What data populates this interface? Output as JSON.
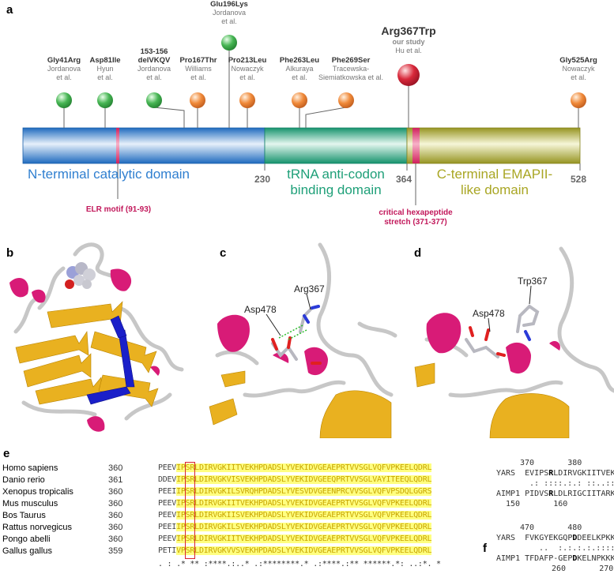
{
  "panels": {
    "a": "a",
    "b": "b",
    "c": "c",
    "d": "d",
    "e": "e",
    "f": "f"
  },
  "mutations": [
    {
      "name": "Gly41Arg",
      "ref": [
        "Jordanova",
        "et al."
      ],
      "color": "green"
    },
    {
      "name": "Asp81Ile",
      "ref": [
        "Hyun",
        "et al."
      ],
      "color": "green"
    },
    {
      "name": "153-156\ndelVKQV",
      "ref": [
        "Jordanova",
        "et al."
      ],
      "color": "green"
    },
    {
      "name": "Pro167Thr",
      "ref": [
        "Williams",
        "et al."
      ],
      "color": "orange"
    },
    {
      "name": "Glu196Lys",
      "ref": [
        "Jordanova",
        "et al."
      ],
      "color": "green"
    },
    {
      "name": "Pro213Leu",
      "ref": [
        "Nowaczyk",
        "et al."
      ],
      "color": "orange"
    },
    {
      "name": "Phe263Leu",
      "ref": [
        "Alkuraya",
        "et al."
      ],
      "color": "orange"
    },
    {
      "name": "Phe269Ser",
      "ref": [
        "Tracewska-",
        "Siemiatkowska et al."
      ],
      "color": "orange"
    },
    {
      "name": "Arg367Trp",
      "ref": [
        "our study",
        "Hu et al."
      ],
      "color": "red"
    },
    {
      "name": "Gly525Arg",
      "ref": [
        "Nowaczyk",
        "et al."
      ],
      "color": "orange"
    }
  ],
  "domains": {
    "n_terminal": "N-terminal catalytic domain",
    "trna_line1": "tRNA anti-codon",
    "trna_line2": "binding domain",
    "c_line1": "C-terminal EMAPII-",
    "c_line2": "like domain"
  },
  "positions": {
    "p230": "230",
    "p364": "364",
    "p528": "528"
  },
  "motifs": {
    "elr": "ELR motif (91-93)",
    "hexa_line1": "critical hexapeptide",
    "hexa_line2": "stretch (371-377)"
  },
  "colors": {
    "n_domain": "#2f7fd0",
    "trna_domain": "#1fa079",
    "c_domain": "#a9a624",
    "motif": "#e0306a",
    "green_ball": "#3cae4a",
    "orange_ball": "#f08a3a",
    "red_ball": "#d8283a"
  },
  "structure_labels": {
    "c_arg": "Arg367",
    "c_asp": "Asp478",
    "d_trp": "Trp367",
    "d_asp": "Asp478"
  },
  "alignment": {
    "rows": [
      {
        "species": "Homo sapiens",
        "start": "360",
        "prefix": "PEEV",
        "seq": "IPSRLDIRVGKIITVEKHPDADSLYVEKIDVGEAEPRTVVSGLVQFVPKEELQDRL"
      },
      {
        "species": "Danio rerio",
        "start": "361",
        "prefix": "DDEV",
        "seq": "IPSRLDIRVGKVISVEKHPDADSLYVEKIDVGEEQPRTVVSGLVAYITEEQLQDRL"
      },
      {
        "species": "Xenopus tropicalis",
        "start": "360",
        "prefix": "PEEI",
        "seq": "IPSRLDIRVGKILSVRQHPDADSLYVESVDVGEENPRCVVSGLVQFVPSDQLGGRS"
      },
      {
        "species": "Mus musculus",
        "start": "360",
        "prefix": "PEEV",
        "seq": "IPSRLDIRVGKIITVEKHPDADSLYVEKIDVGEAEPRTVVSGLVQFVPKEELQDRL"
      },
      {
        "species": "Bos Taurus",
        "start": "360",
        "prefix": "PEEV",
        "seq": "IPSRLDIRVGKIISVEKHPDADSLYVEKIDVGEAEPRTVVSGLVQFVPKEELQDRL"
      },
      {
        "species": "Rattus norvegicus",
        "start": "360",
        "prefix": "PEEI",
        "seq": "IPSRLDIRVGKILSVEKHPDADSLYVEKIDVGEAEPRTVVSGLVQFVPKEELQDRL"
      },
      {
        "species": "Pongo abelli",
        "start": "360",
        "prefix": "PEEV",
        "seq": "IPSRLDIRVGKIITVEKHPDADSLYVEKIDVGEAEPRTVVSGLVQFVPKEELQDRL"
      },
      {
        "species": "Gallus gallus",
        "start": "359",
        "prefix": "PETI",
        "seq": "VPSRLDIRVGKVVSVEKHPDADSLYVEKIDVGEAEPRTVVSGLVQFVPKEELQDRL"
      }
    ],
    "consensus": ". : .* ** :****.:..* .:********.* .:****.:** ******.*: ..:*. *"
  },
  "pairwise": {
    "block1": {
      "top_ruler": "370       380",
      "yars_label": "YARS",
      "yars_seq_pre": "EVIPS",
      "yars_bold": "R",
      "yars_seq_post": "LDIRVGKIITVEKH",
      "match": " .: ::::.:.: ::..::",
      "aimp_label": "AIMP1",
      "aimp_seq_pre": "PIDVS",
      "aimp_bold": "R",
      "aimp_seq_post": "LDLRIGCIITARKH",
      "bottom_ruler": "150       160"
    },
    "block2": {
      "top_ruler": "470       480",
      "yars_label": "YARS",
      "yars_seq_pre": "FVKGYEKGQP",
      "yars_bold": "D",
      "yars_seq_post": "DEELKPKKKV",
      "match": "   ..  :.:.:.:.::::.",
      "aimp_label": "AIMP1",
      "aimp_seq_pre": "TFDAFP-GEP",
      "aimp_bold": "D",
      "aimp_seq_post": "KELNPKKKI",
      "bottom_ruler": "260       270"
    }
  }
}
